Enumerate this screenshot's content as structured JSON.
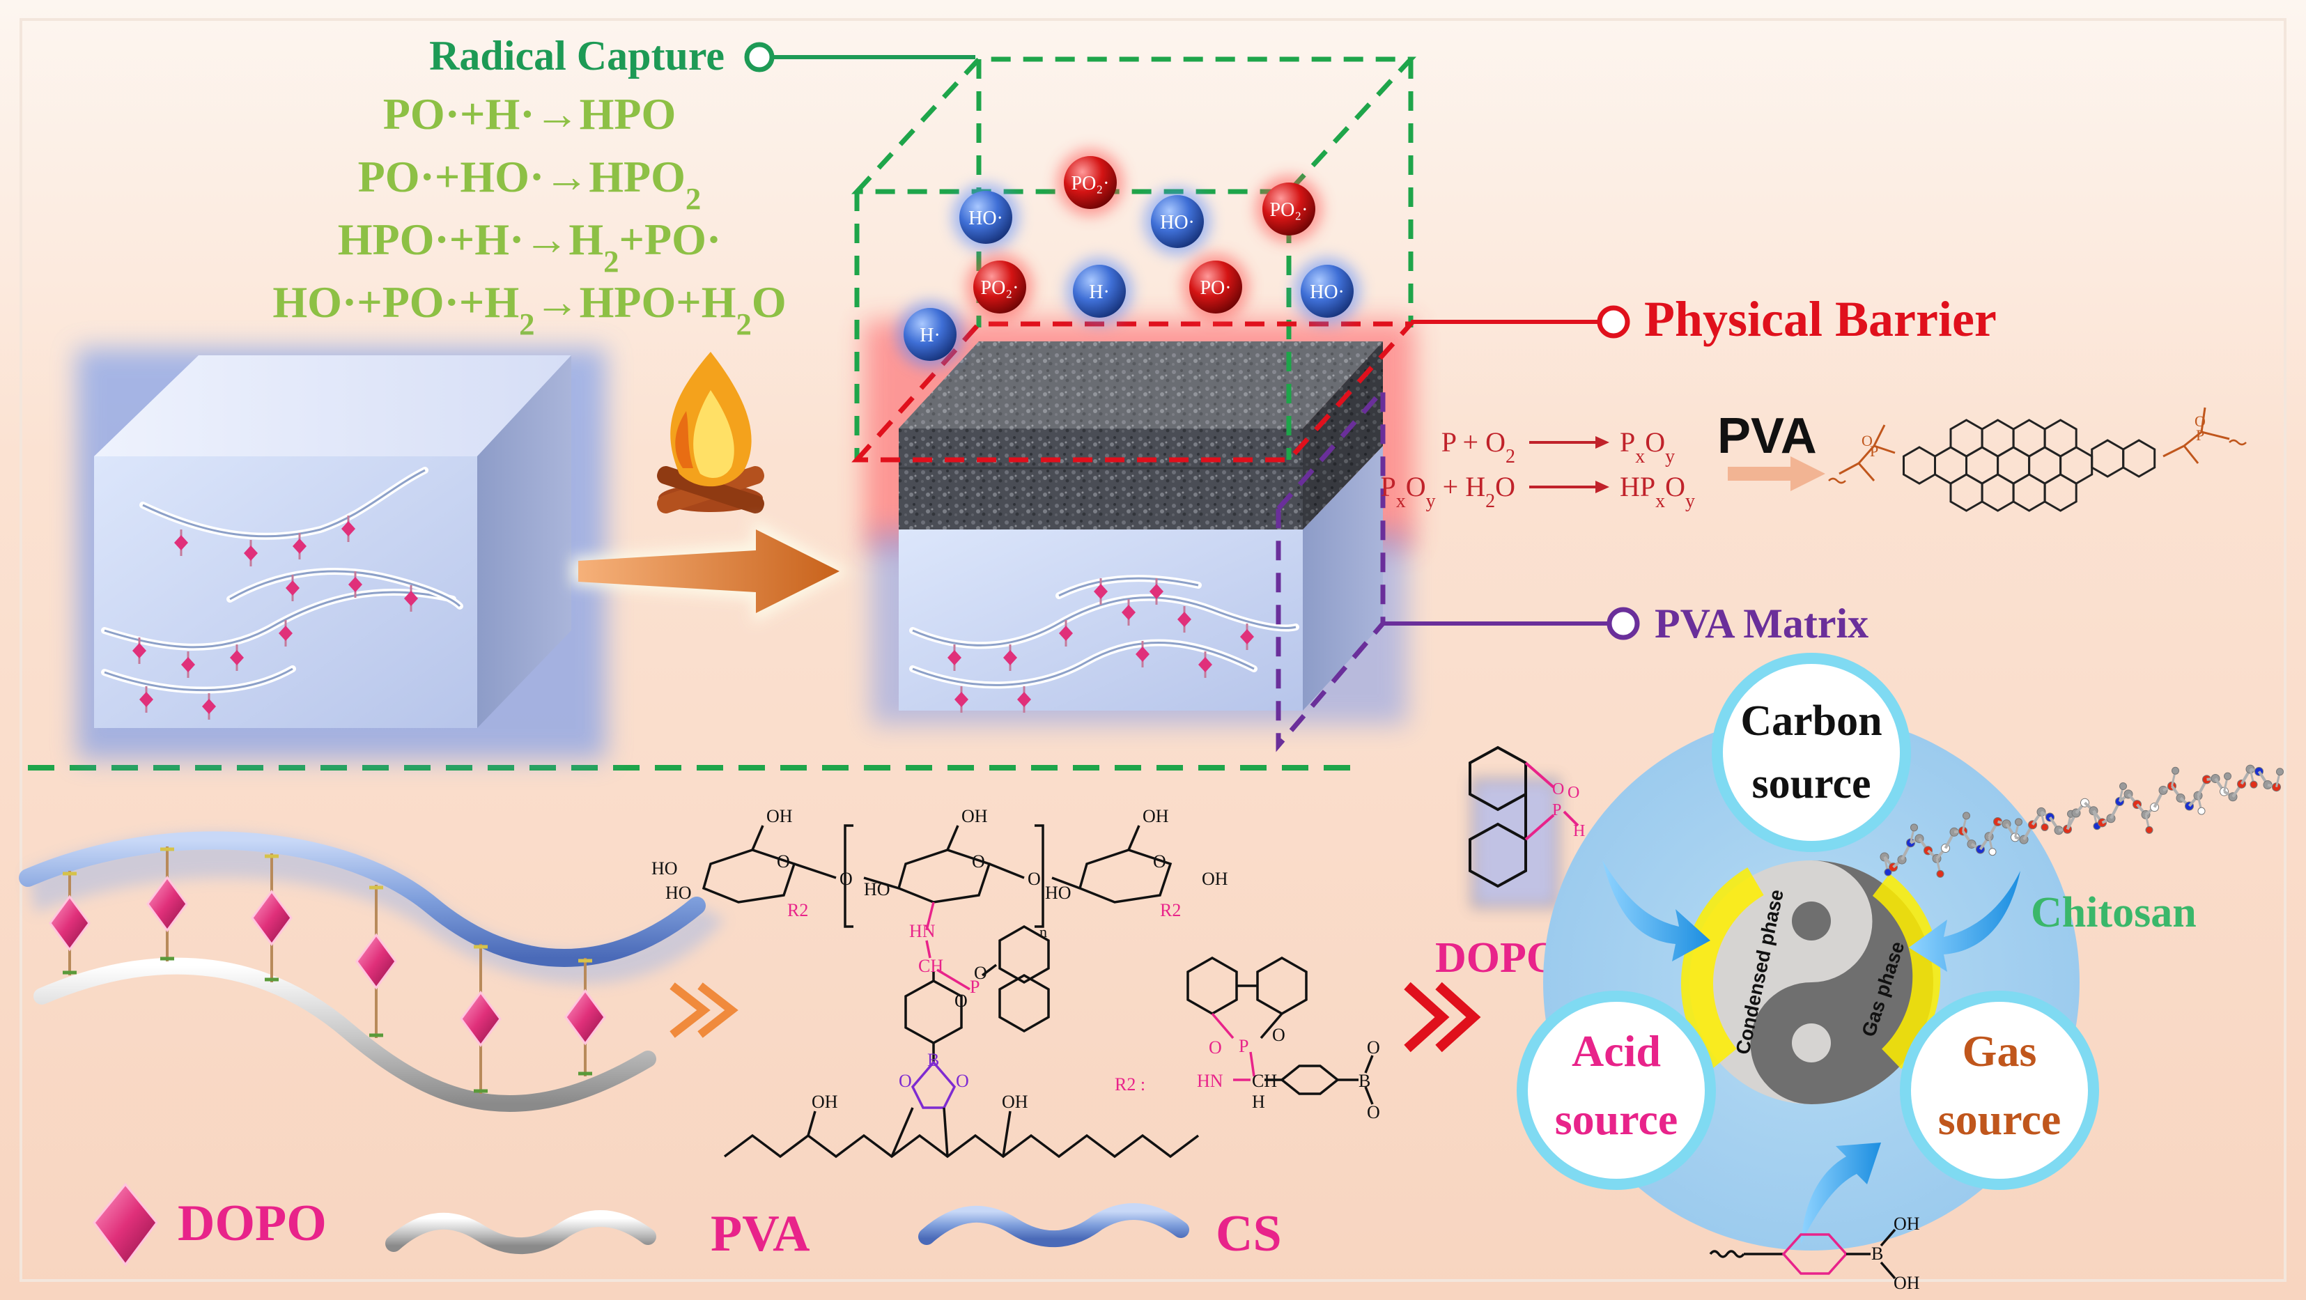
{
  "labels": {
    "radical_capture": "Radical Capture",
    "physical_barrier": "Physical Barrier",
    "pva_matrix": "PVA Matrix",
    "pva_product": "PVA",
    "chitosan": "Chitosan",
    "dopo_side": "DOPO",
    "carbon_source": [
      "Carbon",
      "source"
    ],
    "acid_source": [
      "Acid",
      "source"
    ],
    "gas_source": [
      "Gas",
      "source"
    ],
    "condensed_phase": "Condensed phase",
    "gas_phase": "Gas phase"
  },
  "radical_reactions": [
    {
      "parts": [
        [
          "PO·+H·→HPO",
          ""
        ]
      ]
    },
    {
      "parts": [
        [
          "PO·+HO·→HPO",
          ""
        ],
        [
          "2",
          "sub"
        ]
      ]
    },
    {
      "parts": [
        [
          "HPO·+H·→H",
          ""
        ],
        [
          "2",
          "sub"
        ],
        [
          "+PO·",
          ""
        ]
      ]
    },
    {
      "parts": [
        [
          "HO·+PO·+H",
          ""
        ],
        [
          "2",
          "sub"
        ],
        [
          "→HPO+H",
          ""
        ],
        [
          "2",
          "sub"
        ],
        [
          "O",
          ""
        ]
      ]
    }
  ],
  "condensed_reactions": [
    {
      "lhs": [
        [
          "P + O",
          ""
        ],
        [
          "2",
          "sub"
        ]
      ],
      "rhs": [
        [
          "P",
          ""
        ],
        [
          "x",
          "sub"
        ],
        [
          "O",
          ""
        ],
        [
          "y",
          "sub"
        ]
      ]
    },
    {
      "lhs": [
        [
          "P",
          ""
        ],
        [
          "x",
          "sub"
        ],
        [
          "O",
          ""
        ],
        [
          "y",
          "sub"
        ],
        [
          " + H",
          ""
        ],
        [
          "2",
          "sub"
        ],
        [
          "O",
          ""
        ]
      ],
      "rhs": [
        [
          "HP",
          ""
        ],
        [
          "x",
          "sub"
        ],
        [
          "O",
          ""
        ],
        [
          "y",
          "sub"
        ]
      ]
    }
  ],
  "radicals": [
    {
      "label": "HO·",
      "kind": "blue"
    },
    {
      "label": "PO₂·",
      "kind": "red"
    },
    {
      "label": "HO·",
      "kind": "blue"
    },
    {
      "label": "PO₂·",
      "kind": "red"
    },
    {
      "label": "PO₂·",
      "kind": "red"
    },
    {
      "label": "H·",
      "kind": "blue"
    },
    {
      "label": "PO·",
      "kind": "red"
    },
    {
      "label": "HO·",
      "kind": "blue"
    },
    {
      "label": "H·",
      "kind": "blue"
    }
  ],
  "structure_labels": {
    "oh": "OH",
    "ho": "HO",
    "r2": "R2",
    "r2_def": "R2 :",
    "hn": "HN",
    "ch": "CH",
    "h": "H",
    "n": "n",
    "o": "O",
    "p": "P",
    "b": "B"
  },
  "legend": [
    {
      "label": "DOPO"
    },
    {
      "label": "PVA"
    },
    {
      "label": "CS"
    }
  ],
  "colors": {
    "green_text": "#8dc045",
    "radical_green": "#1d9a55",
    "barrier_red": "#e0101c",
    "matrix_purple": "#6a2f9a",
    "pink": "#e8238a",
    "chitosan_green": "#3ab76a",
    "brown": "#c0561c",
    "cyan_ring": "#7fdaf2"
  }
}
